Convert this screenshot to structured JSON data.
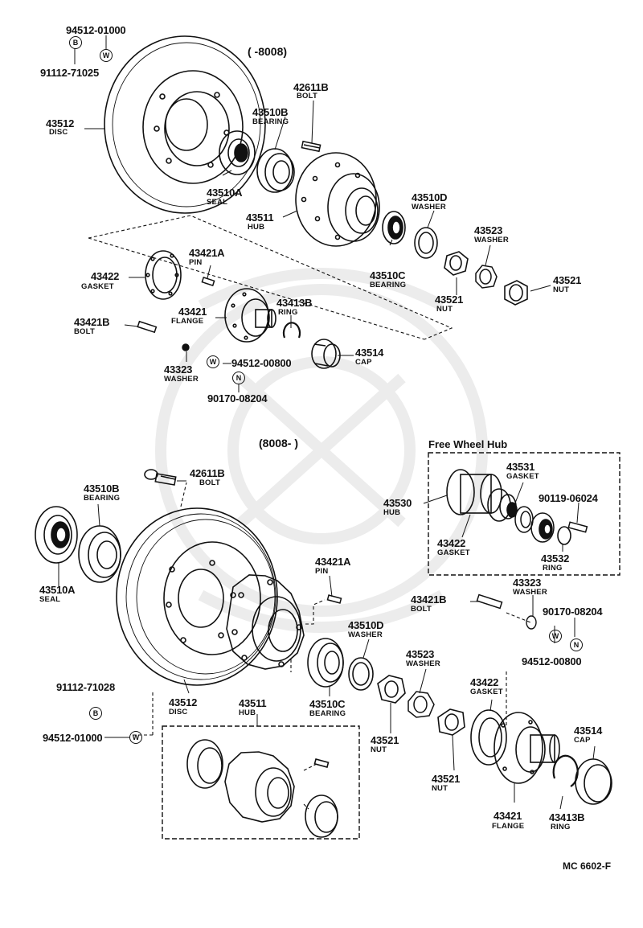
{
  "doc_code": "MC 6602-F",
  "sections": {
    "upper": "(      -8008)",
    "lower": "(8008-       )",
    "free_wheel_hub": "Free Wheel Hub"
  },
  "code_icons": {
    "b": "B",
    "w": "W",
    "n": "N"
  },
  "parts": {
    "top_94512": "94512-01000",
    "top_91112": "91112-71025",
    "top_disc_pn": "43512",
    "top_disc_nm": "DISC",
    "top_seal_pn": "43510A",
    "top_seal_nm": "SEAL",
    "top_bearing_b_pn": "43510B",
    "top_bearing_b_nm": "BEARING",
    "top_bolt_pn": "42611B",
    "top_bolt_nm": "BOLT",
    "top_hub_pn": "43511",
    "top_hub_nm": "HUB",
    "top_washer_d_pn": "43510D",
    "top_washer_d_nm": "WASHER",
    "top_bearing_c_pn": "43510C",
    "top_bearing_c_nm": "BEARING",
    "top_washer_23_pn": "43523",
    "top_washer_23_nm": "WASHER",
    "top_nut_inner_pn": "43521",
    "top_nut_inner_nm": "NUT",
    "top_nut_outer_pn": "43521",
    "top_nut_outer_nm": "NUT",
    "top_gasket_pn": "43422",
    "top_gasket_nm": "GASKET",
    "top_pin_pn": "43421A",
    "top_pin_nm": "PIN",
    "top_flange_pn": "43421",
    "top_flange_nm": "FLANGE",
    "top_ring_pn": "43413B",
    "top_ring_nm": "RING",
    "top_flbolt_pn": "43421B",
    "top_flbolt_nm": "BOLT",
    "top_washer_323_pn": "43323",
    "top_washer_323_nm": "WASHER",
    "top_94512_800": "94512-00800",
    "top_90170": "90170-08204",
    "top_cap_pn": "43514",
    "top_cap_nm": "CAP",
    "fw_hub_pn": "43530",
    "fw_hub_nm": "HUB",
    "fw_gasket1_pn": "43531",
    "fw_gasket1_nm": "GASKET",
    "fw_bolt_pn": "90119-06024",
    "fw_gasket2_pn": "43422",
    "fw_gasket2_nm": "GASKET",
    "fw_ring_pn": "43532",
    "fw_ring_nm": "RING",
    "bot_bolt_pn": "42611B",
    "bot_bolt_nm": "BOLT",
    "bot_bearing_b_pn": "43510B",
    "bot_bearing_b_nm": "BEARING",
    "bot_seal_pn": "43510A",
    "bot_seal_nm": "SEAL",
    "bot_pin_pn": "43421A",
    "bot_pin_nm": "PIN",
    "bot_washer_323_pn": "43323",
    "bot_washer_323_nm": "WASHER",
    "bot_flbolt_pn": "43421B",
    "bot_flbolt_nm": "BOLT",
    "bot_90170": "90170-08204",
    "bot_94512_800": "94512-00800",
    "bot_washer_d_pn": "43510D",
    "bot_washer_d_nm": "WASHER",
    "bot_washer_23_pn": "43523",
    "bot_washer_23_nm": "WASHER",
    "bot_91112": "91112-71028",
    "bot_disc_pn": "43512",
    "bot_disc_nm": "DISC",
    "bot_hub_pn": "43511",
    "bot_hub_nm": "HUB",
    "bot_bearing_c_pn": "43510C",
    "bot_bearing_c_nm": "BEARING",
    "bot_94512_1000": "94512-01000",
    "bot_nut_inner_pn": "43521",
    "bot_nut_inner_nm": "NUT",
    "bot_gasket_pn": "43422",
    "bot_gasket_nm": "GASKET",
    "bot_nut_outer_pn": "43521",
    "bot_nut_outer_nm": "NUT",
    "bot_cap_pn": "43514",
    "bot_cap_nm": "CAP",
    "bot_flange_pn": "43421",
    "bot_flange_nm": "FLANGE",
    "bot_ring_pn": "43413B",
    "bot_ring_nm": "RING"
  },
  "colors": {
    "ink": "#111111",
    "paper": "#ffffff",
    "watermark": "#ececec"
  }
}
